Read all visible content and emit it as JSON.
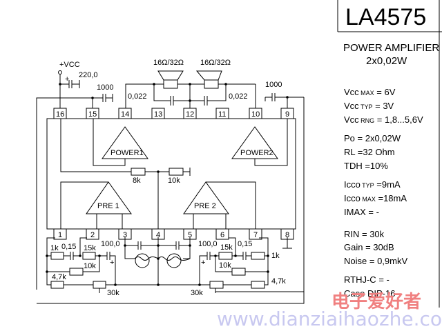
{
  "header": {
    "part_number": "LA4575",
    "description_line1": "POWER AMPLIFIER",
    "description_line2": "2x0,02W"
  },
  "specs": [
    {
      "name": "Vcc",
      "sub": "MAX",
      "value": "= 6V"
    },
    {
      "name": "Vcc",
      "sub": "TYP",
      "value": "= 3V"
    },
    {
      "name": "Vcc",
      "sub": "RNG",
      "value": "= 1,8...5,6V"
    },
    {
      "name": "Po",
      "sub": "",
      "value": "= 2x0,02W"
    },
    {
      "name": "RL",
      "sub": "",
      "value": "=32 Ohm"
    },
    {
      "name": "TDH",
      "sub": "",
      "value": "=10%"
    },
    {
      "name": "Icco",
      "sub": "TYP",
      "value": "=9mA"
    },
    {
      "name": "Icco",
      "sub": "MAX",
      "value": "=18mA"
    },
    {
      "name": "IMAX",
      "sub": "",
      "value": "=   -"
    },
    {
      "name": "RIN",
      "sub": "",
      "value": "= 30k"
    },
    {
      "name": "Gain",
      "sub": "",
      "value": "= 30dB"
    },
    {
      "name": "Noise",
      "sub": "",
      "value": "= 0,9mkV"
    },
    {
      "name": "RTHJ-C",
      "sub": "",
      "value": "=  -"
    },
    {
      "name": "Case",
      "sub": "",
      "value": "DIP-16"
    }
  ],
  "schematic": {
    "supply_label": "+VCC",
    "pins_top": [
      "16",
      "15",
      "14",
      "13",
      "12",
      "11",
      "10",
      "9"
    ],
    "pins_bottom": [
      "1",
      "2",
      "3",
      "4",
      "5",
      "6",
      "7",
      "8"
    ],
    "amplifiers": [
      "POWER1",
      "POWER2",
      "PRE 1",
      "PRE 2"
    ],
    "components": {
      "c_supply": "220,0",
      "c_pin15": "1000",
      "c_pin9": "1000",
      "c_out_left": "0,022",
      "c_out_right": "0,022",
      "speaker_left": "16Ω/32Ω",
      "speaker_right": "16Ω/32Ω",
      "r_fb_left": "8k",
      "r_fb_right": "10k",
      "r1_left": "1k",
      "c1_left": "0,15",
      "r2_left": "15k",
      "c2_left": "100,0",
      "r3_left": "10k",
      "r4_left": "4,7k",
      "pot_left": "30k",
      "r1_right": "1k",
      "c1_right": "0,15",
      "r2_right": "15k",
      "c2_right": "100,0",
      "r3_right": "10k",
      "r4_right": "4,7k",
      "pot_right": "30k"
    }
  },
  "watermark": {
    "chinese": "电子爱好者",
    "url": "www.dianziaihaozhe.com"
  }
}
